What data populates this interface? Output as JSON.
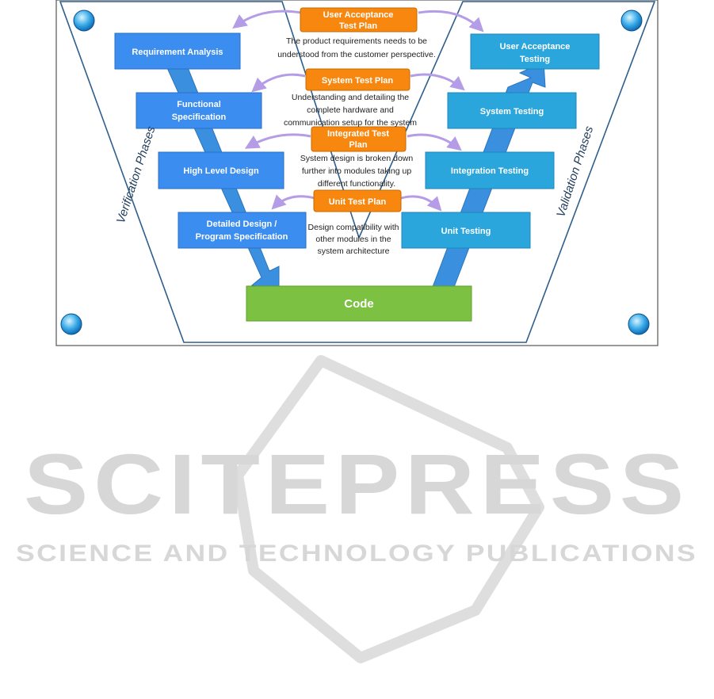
{
  "diagram": {
    "title": "V-Model",
    "left_phase_label": "Verification Phases",
    "right_phase_label": "Validation Phases",
    "code_label": "Code",
    "verification": [
      {
        "line1": "Requirement Analysis",
        "line2": ""
      },
      {
        "line1": "Functional",
        "line2": "Specification"
      },
      {
        "line1": "High Level Design",
        "line2": ""
      },
      {
        "line1": "Detailed Design /",
        "line2": "Program Specification"
      }
    ],
    "validation": [
      {
        "line1": "User Acceptance",
        "line2": "Testing"
      },
      {
        "line1": "System Testing",
        "line2": ""
      },
      {
        "line1": "Integration Testing",
        "line2": ""
      },
      {
        "line1": "Unit Testing",
        "line2": ""
      }
    ],
    "plans": [
      {
        "line1": "User Acceptance",
        "line2": "Test Plan",
        "desc": [
          "The product requirements needs to be",
          "understood from the customer perspective."
        ]
      },
      {
        "line1": "System Test Plan",
        "line2": "",
        "desc": [
          "Understanding and detailing the",
          "complete hardware and",
          "communication setup for the system"
        ]
      },
      {
        "line1": "Integrated Test",
        "line2": "Plan",
        "desc": [
          "System design is broken down",
          "further into modules taking up",
          "different functionality."
        ]
      },
      {
        "line1": "Unit Test Plan",
        "line2": "",
        "desc": [
          "Design compatibility with",
          "other modules in the",
          "system architecture"
        ]
      }
    ]
  },
  "watermark": {
    "main": "SCITEPRESS",
    "sub": "SCIENCE AND TECHNOLOGY PUBLICATIONS"
  },
  "colors": {
    "verification_box": "#3c8df0",
    "validation_box": "#2aa6dc",
    "plan_box": "#f7870f",
    "code_box": "#7cc142",
    "arrow": "#3a90df",
    "purple_arrow": "#b59ce6",
    "outline": "#2e5f8c"
  }
}
